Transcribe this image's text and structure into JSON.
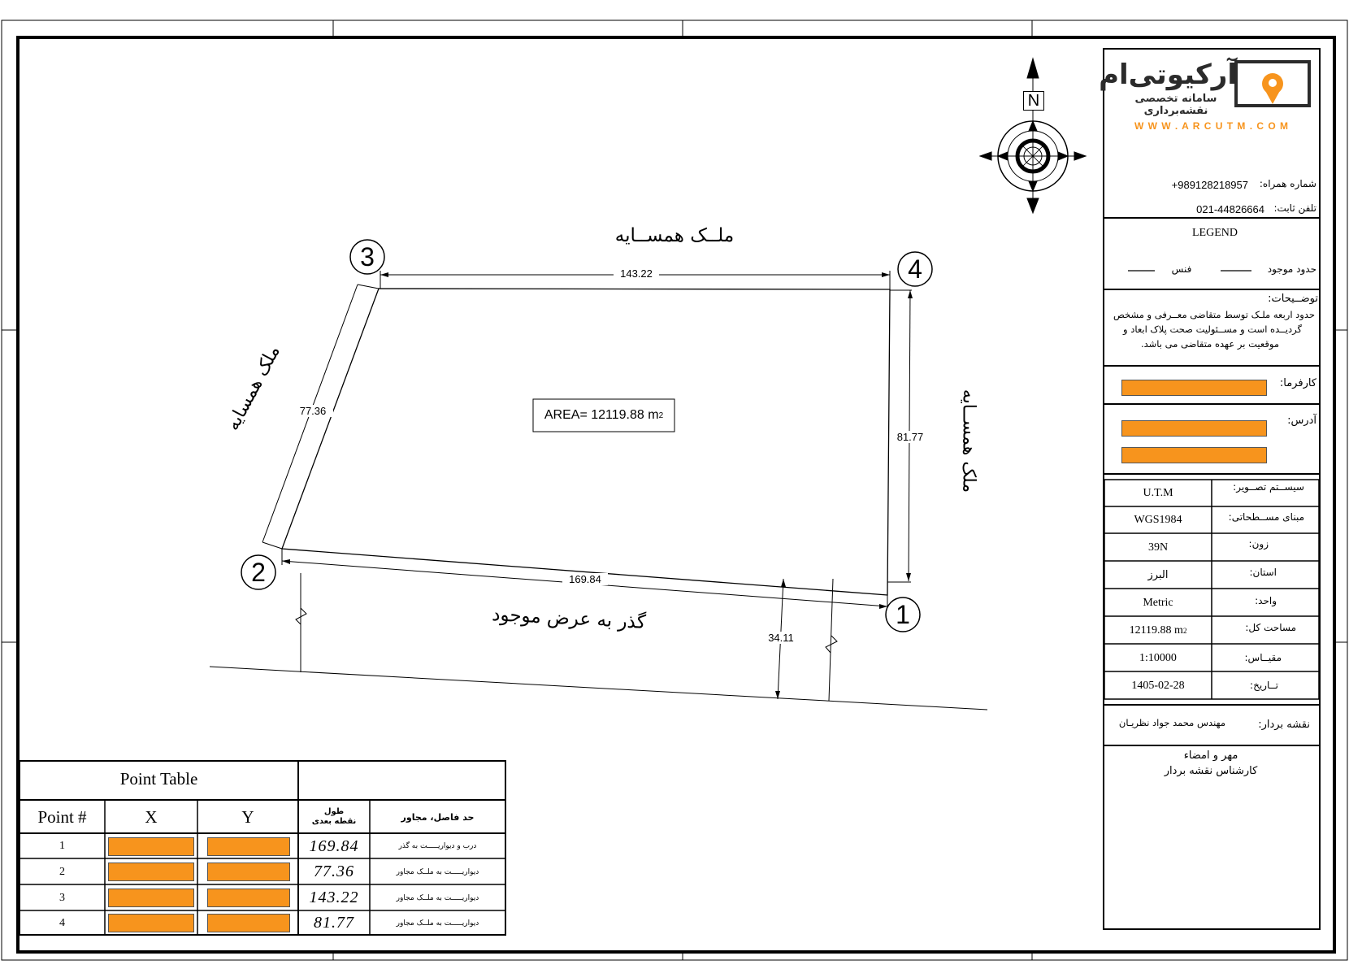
{
  "plan": {
    "area_label": "AREA= 12119.88 m",
    "area_sup": "2",
    "neighbor_top": "ملــک همســایه",
    "neighbor_left": "ملک همسایه",
    "neighbor_right": "ملک همســایه",
    "road_label": "گذر به عرض موجود",
    "north_letter": "N",
    "corners": [
      "1",
      "2",
      "3",
      "4"
    ],
    "edges": {
      "top": "143.22",
      "bottom": "169.84",
      "left": "77.36",
      "right": "81.77",
      "road_width": "34.11"
    }
  },
  "title_block": {
    "logo_title": "آرکیوتی‌ام",
    "logo_subtitle": "سامانه تخصصی نقشه‌برداری",
    "website": "W W W . A R C U T M . C O M",
    "mobile_label": "شماره همراه:",
    "mobile_value": "+989128218957",
    "phone_label": "تلفن ثابت:",
    "phone_value": "021-44826664",
    "legend_title": "LEGEND",
    "legend_existing": "حدود موجود",
    "legend_fence": "فنس",
    "notes_title": "توضــیحات:",
    "notes_lines": [
      "حدود اربعه ملـک توسط متقاضی معــرفی و مشخص",
      "گردیــده است و مســئولیت صحت پلاک ابعاد و",
      "موقعیت بر عهده متقاضی می باشد."
    ],
    "client_label": "کارفرما:",
    "address_label": "آدرس:",
    "info_rows": [
      {
        "label": "سیســتم تصــویر:",
        "value": "U.T.M",
        "sup": ""
      },
      {
        "label": "مبنای مســطحاتی:",
        "value": "WGS1984",
        "sup": ""
      },
      {
        "label": "زون:",
        "value": "39N",
        "sup": ""
      },
      {
        "label": "استان:",
        "value": "البرز",
        "sup": ""
      },
      {
        "label": "واحد:",
        "value": "Metric",
        "sup": ""
      },
      {
        "label": "مساحت کل:",
        "value": "12119.88 m",
        "sup": "2"
      },
      {
        "label": "مقیــاس:",
        "value": "1:10000",
        "sup": ""
      },
      {
        "label": "تــاریخ:",
        "value": "1405-02-28",
        "sup": ""
      }
    ],
    "surveyor_label": "نقشه بردار:",
    "surveyor_name": "مهندس محمد جواد نظریـان",
    "seal_line1": "مهر و امضاء",
    "seal_line2": "کارشناس نقشه بردار"
  },
  "point_table": {
    "title": "Point Table",
    "headers": {
      "point": "Point #",
      "x": "X",
      "y": "Y",
      "length": "طول\nنقطه بعدی",
      "boundary": "حد فاصل، مجاور"
    },
    "rows": [
      {
        "point": "1",
        "length": "169.84",
        "boundary": "درب و دیواریـــــت به گذر"
      },
      {
        "point": "2",
        "length": "77.36",
        "boundary": "دیواریـــــت به ملــک مجاور"
      },
      {
        "point": "3",
        "length": "143.22",
        "boundary": "دیواریـــــت به ملــک مجاور"
      },
      {
        "point": "4",
        "length": "81.77",
        "boundary": "دیواریـــــت به ملــک مجاور"
      }
    ]
  },
  "colors": {
    "redacted_fill": "#f7941d",
    "logo_orange": "#f7941d",
    "logo_dark": "#2b2b2b"
  }
}
